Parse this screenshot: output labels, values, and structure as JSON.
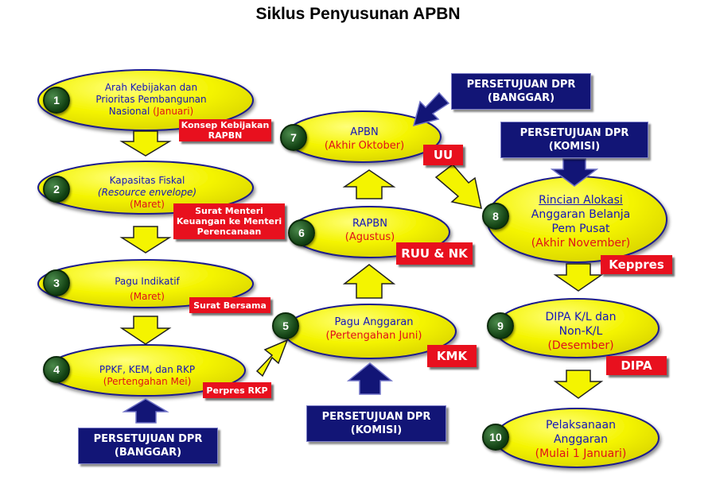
{
  "title": "Siklus Penyusunan APBN",
  "stages": [
    {
      "number": "1",
      "lines": [
        "Arah Kebijakan dan",
        "Prioritas Pembangunan",
        "Nasional"
      ],
      "period": "(Januari)"
    },
    {
      "number": "2",
      "lines": [
        "Kapasitas Fiskal",
        "(Resource envelope)"
      ],
      "period": "(Maret)"
    },
    {
      "number": "3",
      "lines": [
        "Pagu Indikatif"
      ],
      "period": "(Maret)"
    },
    {
      "number": "4",
      "lines": [
        "PPKF, KEM, dan RKP"
      ],
      "period": "(Pertengahan Mei)"
    },
    {
      "number": "5",
      "lines": [
        "Pagu Anggaran"
      ],
      "period": "(Pertengahan Juni)"
    },
    {
      "number": "6",
      "lines": [
        "RAPBN"
      ],
      "period": "(Agustus)"
    },
    {
      "number": "7",
      "lines": [
        "APBN"
      ],
      "period": "(Akhir Oktober)"
    },
    {
      "number": "8",
      "lines": [
        "Rincian Alokasi",
        "Anggaran Belanja",
        "Pem Pusat"
      ],
      "period": "(Akhir November)"
    },
    {
      "number": "9",
      "lines": [
        "DIPA K/L dan",
        "Non-K/L"
      ],
      "period": "(Desember)"
    },
    {
      "number": "10",
      "lines": [
        "Pelaksanaan",
        "Anggaran"
      ],
      "period": "(Mulai 1 Januari)"
    }
  ],
  "documents": [
    {
      "lines": [
        "Konsep Kebijakan",
        "RAPBN"
      ]
    },
    {
      "lines": [
        "Surat Menteri",
        "Keuangan ke Menteri",
        "Perencanaan"
      ]
    },
    {
      "lines": [
        "Surat Bersama"
      ]
    },
    {
      "lines": [
        "Perpres RKP"
      ]
    },
    {
      "lines": [
        "KMK"
      ]
    },
    {
      "lines": [
        "RUU & NK"
      ]
    },
    {
      "lines": [
        "UU"
      ]
    },
    {
      "lines": [
        "Keppres"
      ]
    },
    {
      "lines": [
        "DIPA"
      ]
    }
  ],
  "approvals": [
    {
      "lines": [
        "PERSETUJUAN DPR",
        "(BANGGAR)"
      ]
    },
    {
      "lines": [
        "PERSETUJUAN DPR",
        "(KOMISI)"
      ]
    },
    {
      "lines": [
        "PERSETUJUAN DPR",
        "(BANGGAR)"
      ]
    },
    {
      "lines": [
        "PERSETUJUAN DPR",
        "(KOMISI)"
      ]
    }
  ],
  "colors": {
    "ellipse_fill": "#f4f400",
    "ellipse_stroke": "#1a1a8c",
    "arrow_fill": "#f4f400",
    "arrow_stroke": "#222222",
    "navy": "#121576",
    "doc_red": "#e8101e",
    "stage_text": "#1515b8",
    "period_text": "#e0101a"
  }
}
